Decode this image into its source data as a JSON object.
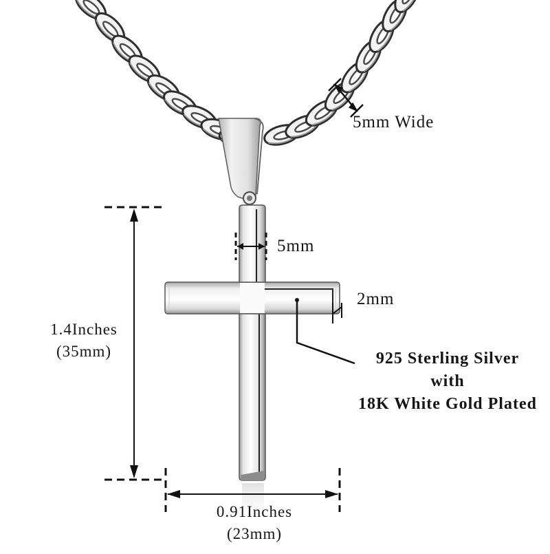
{
  "product": {
    "subject": "Silver cross pendant on cuban link chain",
    "colors": {
      "background": "#ffffff",
      "metal_light": "#f4f4f4",
      "metal_mid": "#c9c9c9",
      "metal_dark": "#3a3a3a",
      "annotation": "#111111"
    }
  },
  "annotations": {
    "chain_width": "5mm Wide",
    "cross_bar_width": "5mm",
    "thickness": "2mm",
    "material": {
      "line1": "925 Sterling Silver",
      "line2": "with",
      "line3": "18K White Gold Plated"
    },
    "height": {
      "inches": "1.4Inches",
      "mm": "(35mm)"
    },
    "width": {
      "inches": "0.91Inches",
      "mm": "(23mm)"
    }
  }
}
